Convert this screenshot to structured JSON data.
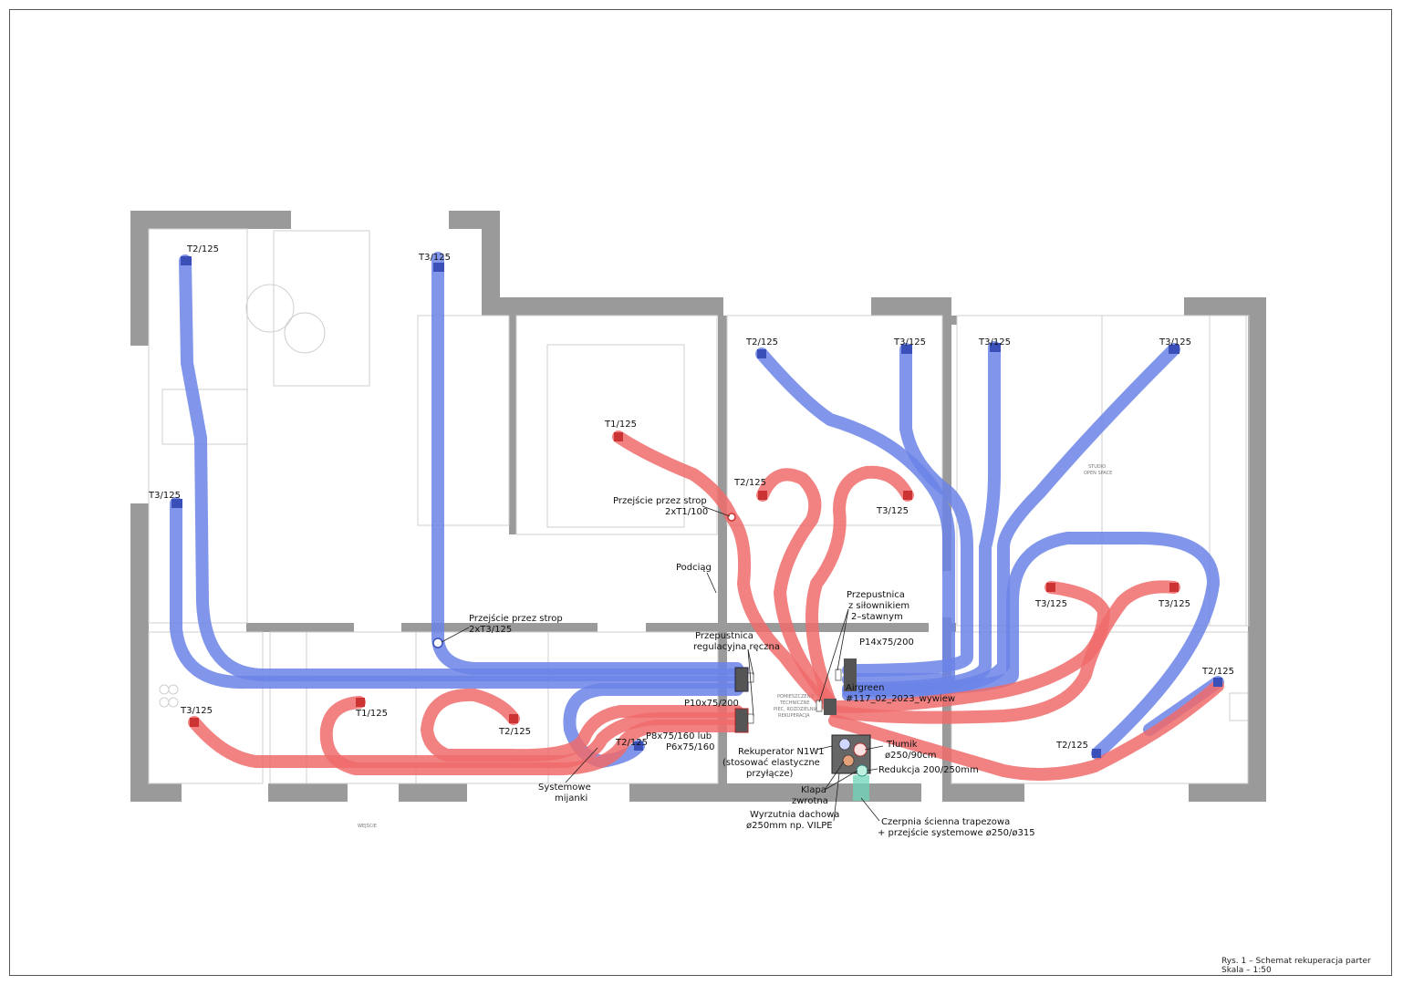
{
  "drawing": {
    "caption_line1": "Rys. 1 – Schemat rekuperacja parter",
    "caption_line2": "Skala – 1:50",
    "supply_color": "#f06b6b",
    "extract_color": "#6b84e6",
    "fresh_air_color": "#6fd6b8"
  },
  "terminals": [
    {
      "id": "t-lr-t2",
      "label": "T2/125",
      "kind": "extract"
    },
    {
      "id": "t-lr-t3a",
      "label": "T3/125",
      "kind": "extract"
    },
    {
      "id": "t-lr-t3b",
      "label": "T3/125",
      "kind": "extract"
    },
    {
      "id": "t-mid-t1",
      "label": "T1/125",
      "kind": "supply"
    },
    {
      "id": "t-gym-t2",
      "label": "T2/125",
      "kind": "extract"
    },
    {
      "id": "t-gym-t3",
      "label": "T3/125",
      "kind": "extract"
    },
    {
      "id": "t-studio-t3a",
      "label": "T3/125",
      "kind": "extract"
    },
    {
      "id": "t-studio-t3b",
      "label": "T3/125",
      "kind": "extract"
    },
    {
      "id": "t-gym-s-t2",
      "label": "T2/125",
      "kind": "supply"
    },
    {
      "id": "t-gym-s-t3",
      "label": "T3/125",
      "kind": "supply"
    },
    {
      "id": "t-studio-s-t3a",
      "label": "T3/125",
      "kind": "supply"
    },
    {
      "id": "t-studio-s-t3b",
      "label": "T3/125",
      "kind": "supply"
    },
    {
      "id": "t-right-t2",
      "label": "T2/125",
      "kind": "extract"
    },
    {
      "id": "t-right-t2b",
      "label": "T2/125",
      "kind": "extract"
    },
    {
      "id": "t-kit-t3",
      "label": "T3/125",
      "kind": "supply"
    },
    {
      "id": "t-hall-t1",
      "label": "T1/125",
      "kind": "supply"
    },
    {
      "id": "t-hall-t2",
      "label": "T2/125",
      "kind": "supply"
    },
    {
      "id": "t-bath-t2",
      "label": "T2/125",
      "kind": "extract"
    }
  ],
  "labels": {
    "przejscie_strop_1a": "Przejście przez strop",
    "przejscie_strop_1b": "2xT1/100",
    "przejscie_strop_2a": "Przejście przez strop",
    "przejscie_strop_2b": "2xT3/125",
    "podciag": "Podciąg",
    "przepustnica_reg_a": "Przepustnica",
    "przepustnica_reg_b": "regulacyjna ręczna",
    "p10": "P10x75/200",
    "p8a": "P8x75/160 lub",
    "p8b": "P6x75/160",
    "przepustnica_sil_a": "Przepustnica",
    "przepustnica_sil_b": "z siłownikiem",
    "przepustnica_sil_c": "2–stawnym",
    "p14": "P14x75/200",
    "airgreen_a": "Airgreen",
    "airgreen_b": "#117_02_2023_wywiew",
    "systemowe_a": "Systemowe",
    "systemowe_b": "mijanki",
    "rekuperator_a": "Rekuperator N1W1",
    "rekuperator_b": "(stosować elastyczne",
    "rekuperator_c": "przyłącze)",
    "tlumik_a": "Tłumik",
    "tlumik_b": "ø250/90cm",
    "redukcja": "Redukcja 200/250mm",
    "klapa_a": "Klapa",
    "klapa_b": "zwrotna",
    "wyrzutnia_a": "Wyrzutnia dachowa",
    "wyrzutnia_b": "ø250mm np. VILPE",
    "czerpnia_a": "Czerpnia ścienna trapezowa",
    "czerpnia_b": "+    przejście systemowe ø250/ø315",
    "room_studio_a": "STUDIO",
    "room_studio_b": "OPEN SPACE",
    "room_tech_a": "POMIESZCZENIE",
    "room_tech_b": "TECHNICZNE",
    "room_tech_c": "PIEC, ROZDZIELNIA",
    "room_tech_d": "REKUPERACJA",
    "entrance": "WEJŚCIE"
  }
}
